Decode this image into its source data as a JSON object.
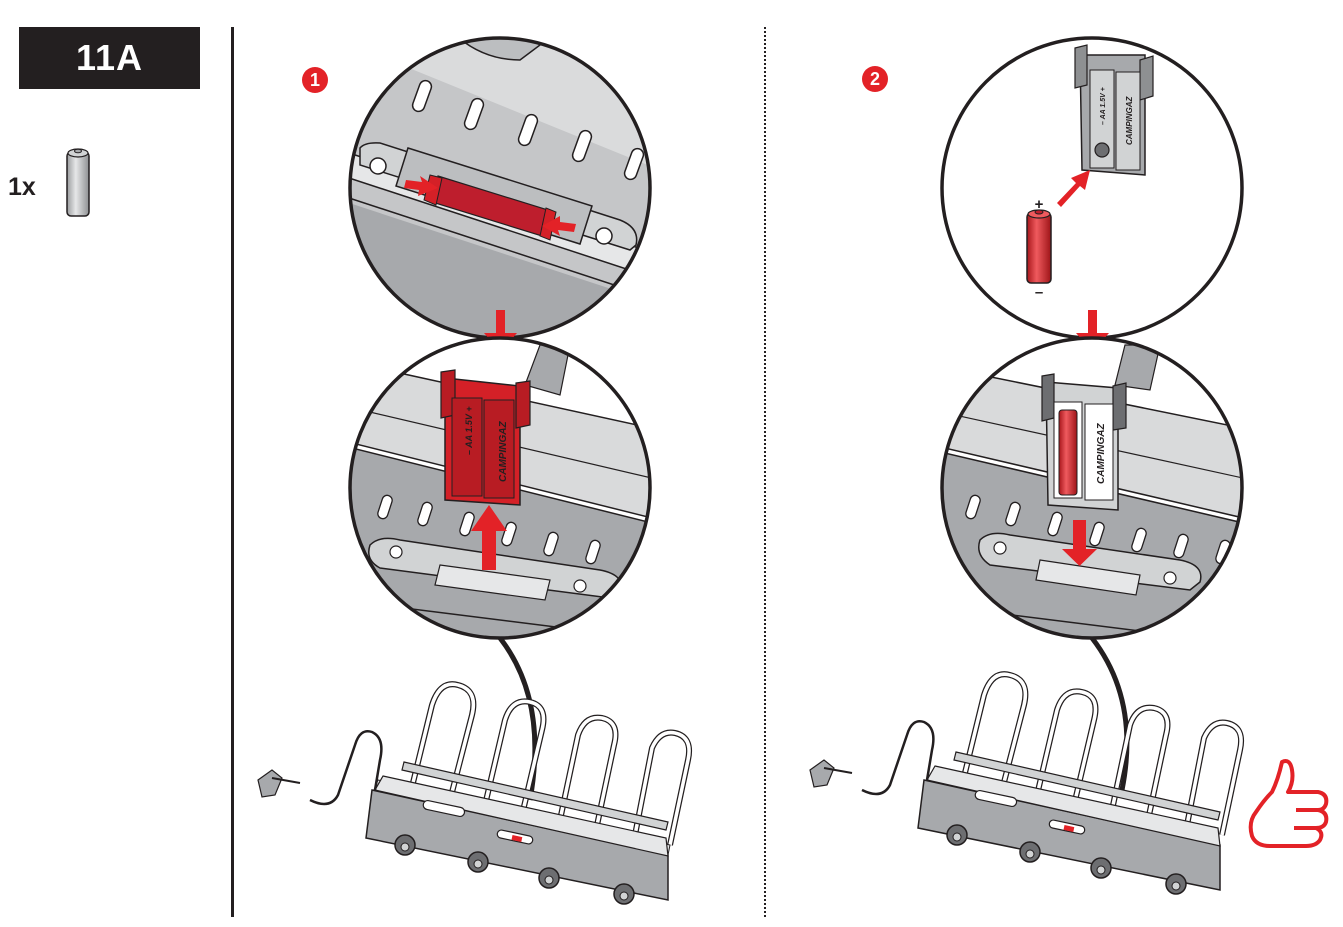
{
  "page": {
    "step_id": "11A",
    "parts": [
      {
        "quantity_label": "1x",
        "part": "AA battery",
        "icon": "battery-icon"
      }
    ]
  },
  "steps": [
    {
      "number": "1",
      "description": "Squeeze the clips and remove the red battery holder from the control panel",
      "holder_color": "#d42027",
      "holder_label_polarity": "– AA 1.5V +",
      "holder_brand": "CAMPINGAZ",
      "arrows": [
        "press-left",
        "press-right",
        "down-to-detail",
        "pull-up"
      ]
    },
    {
      "number": "2",
      "description": "Insert an AA battery into the holder respecting polarity, then reinsert holder",
      "battery_plus": "+",
      "battery_minus": "–",
      "holder_label_polarity": "– AA 1.5V +",
      "holder_brand": "CAMPINGAZ",
      "arrows": [
        "insert-battery",
        "down-to-detail",
        "push-down"
      ],
      "confirmation_icon": "thumbs-up-icon"
    }
  ],
  "colors": {
    "accent_red": "#e32227",
    "dark": "#231f20",
    "metal_grey": "#a7a9ac",
    "light_grey": "#d9dadb"
  }
}
